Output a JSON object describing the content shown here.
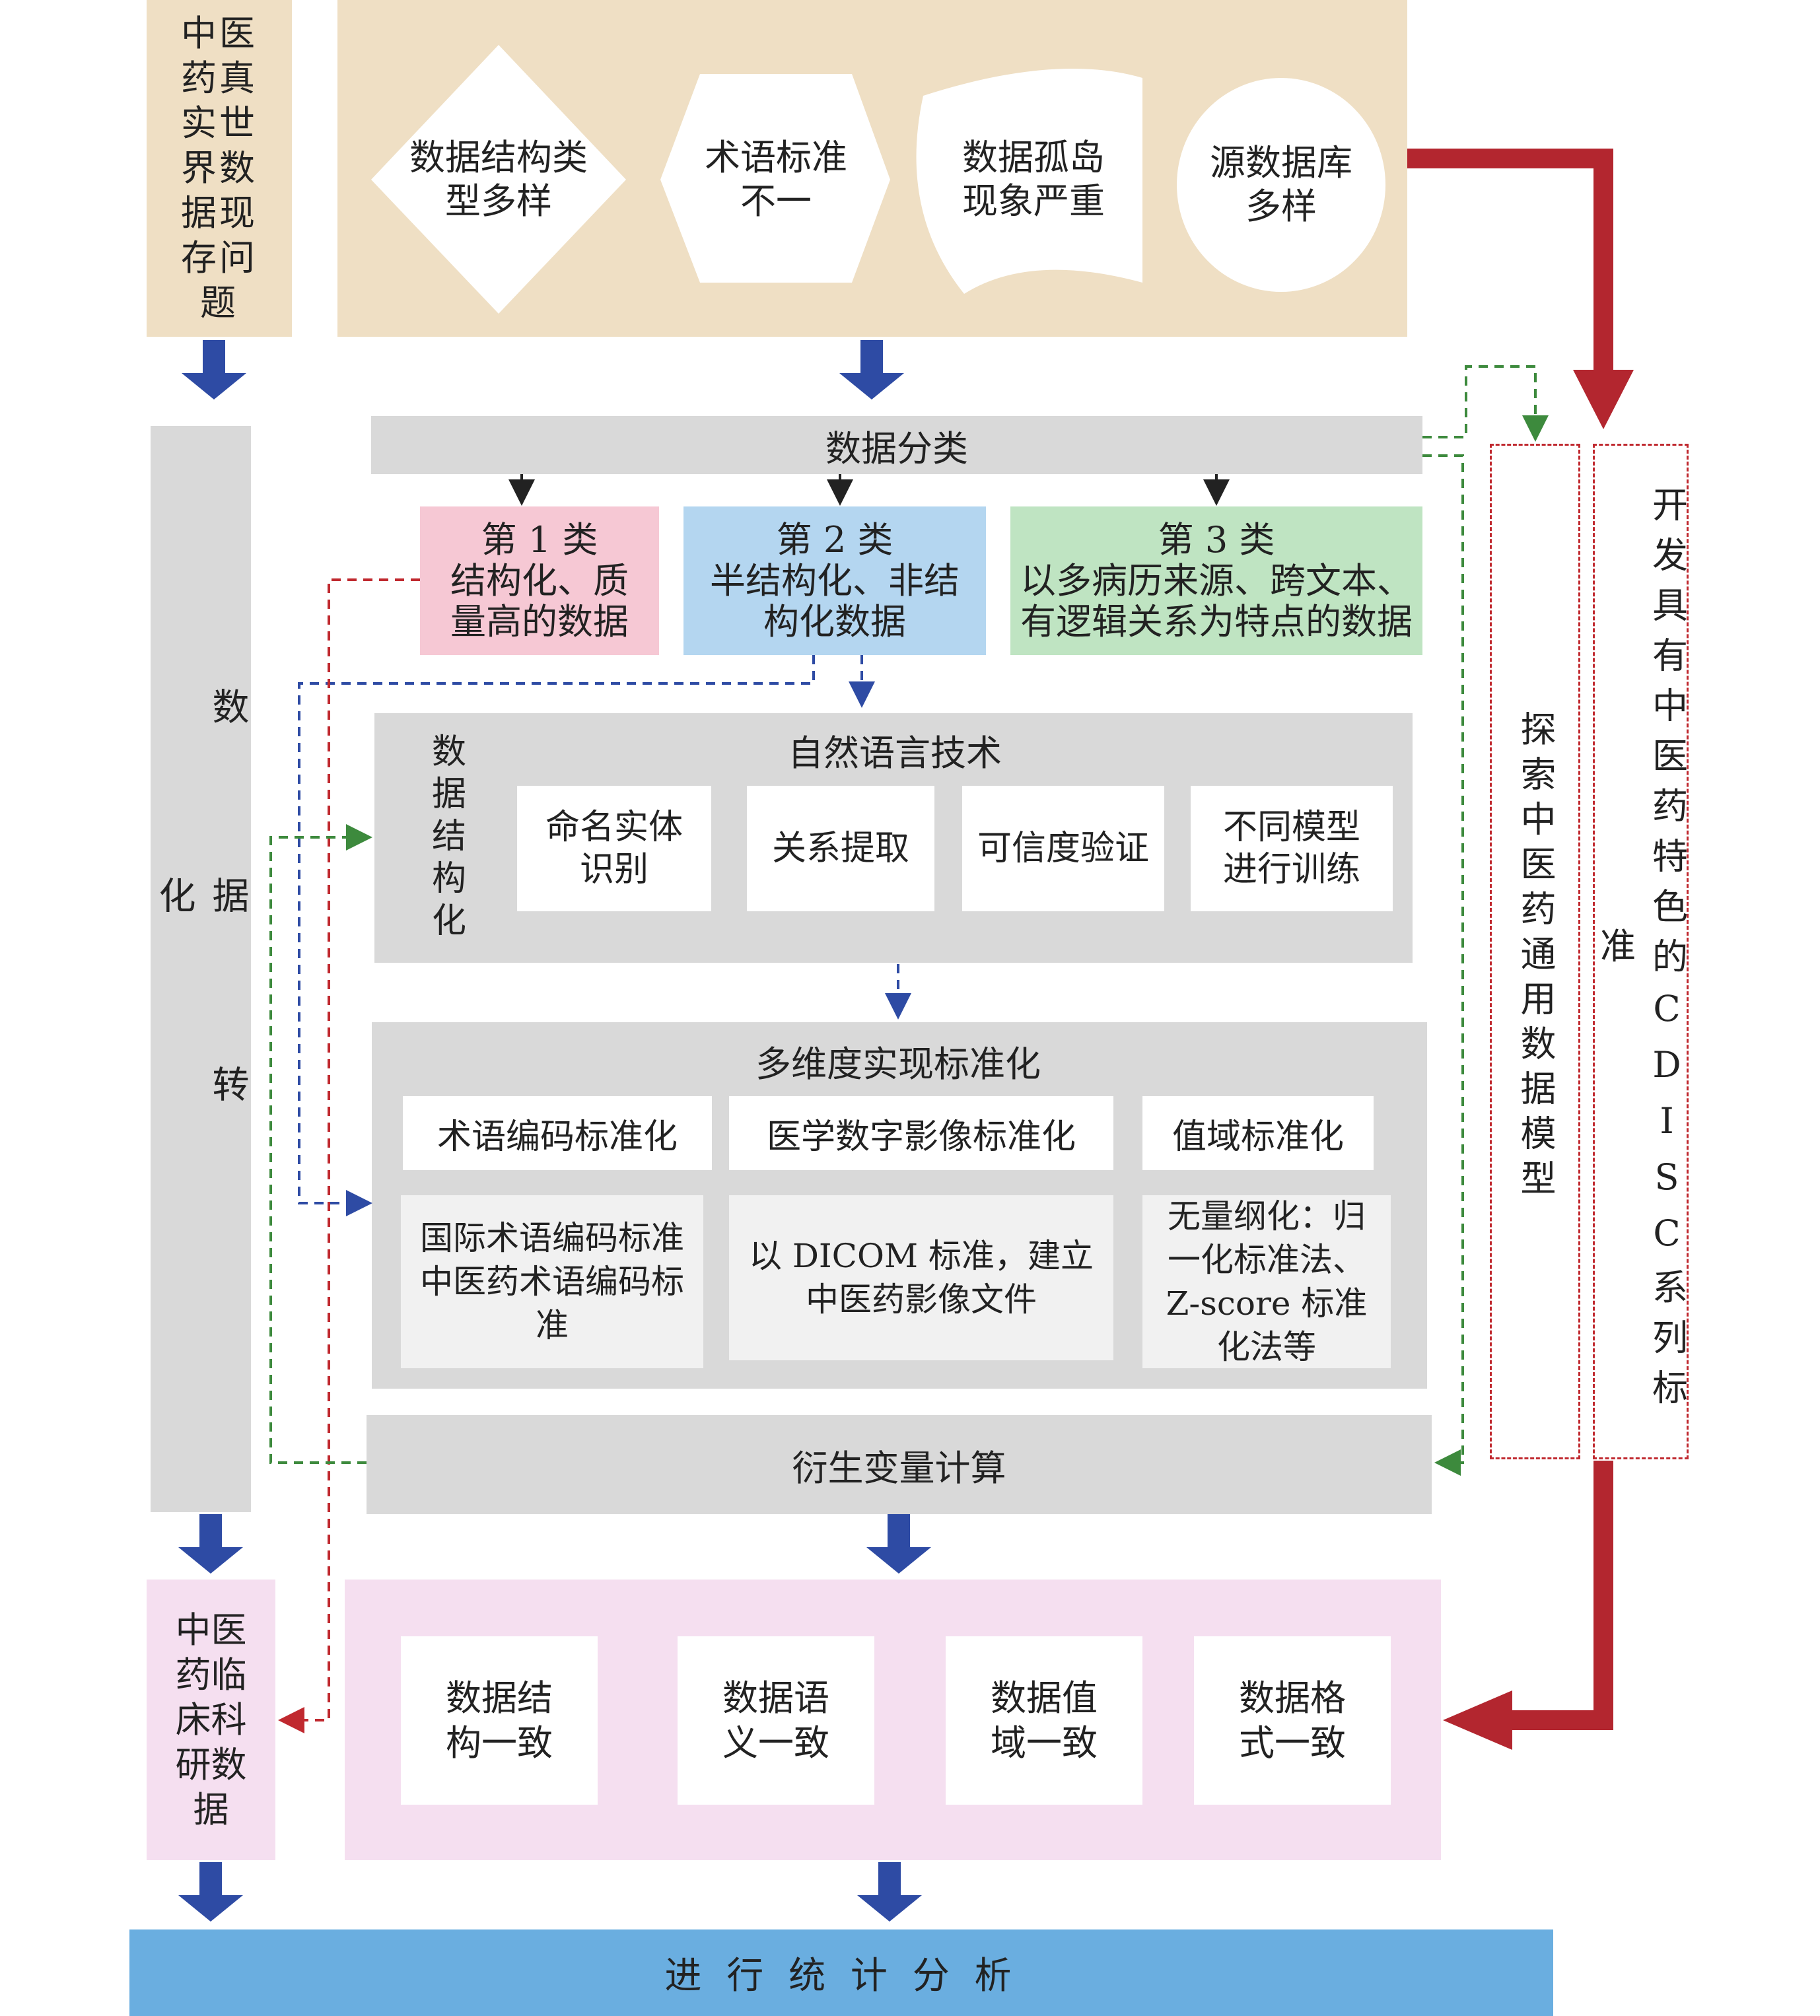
{
  "left_column": {
    "problem_label": "中医药真实世界数据现存问题",
    "transform_label": "数据转化",
    "clinical_label": "中医药临床科研数据"
  },
  "problems": [
    {
      "label": "数据结构类型多样",
      "shape": "diamond"
    },
    {
      "label": "术语标准不一",
      "shape": "hexagon"
    },
    {
      "label": "数据孤岛现象严重",
      "shape": "curved-box"
    },
    {
      "label": "源数据库多样",
      "shape": "circle"
    }
  ],
  "classification": {
    "title": "数据分类",
    "categories": [
      {
        "title": "第 1 类",
        "desc": "结构化、质量高的数据",
        "color": "#f6c8d4"
      },
      {
        "title": "第 2 类",
        "desc": "半结构化、非结构化数据",
        "color": "#b4d6f0"
      },
      {
        "title": "第 3 类",
        "desc": "以多病历来源、跨文本、有逻辑关系为特点的数据",
        "color": "#bfe4c2"
      }
    ]
  },
  "structuring": {
    "side_label": "数据结构化",
    "title": "自然语言技术",
    "items": [
      "命名实体识别",
      "关系提取",
      "可信度验证",
      "不同模型进行训练"
    ]
  },
  "standardization": {
    "title": "多维度实现标准化",
    "headers": [
      "术语编码标准化",
      "医学数字影像标准化",
      "值域标准化"
    ],
    "details": [
      "国际术语编码标准 中医药术语编码标准",
      "以 DICOM 标准，建立中医药影像文件",
      "无量纲化：归一化标准法、Z-score 标准化法等"
    ]
  },
  "derived": {
    "title": "衍生变量计算"
  },
  "consistency": {
    "items": [
      "数据结构一致",
      "数据语义一致",
      "数据值域一致",
      "数据格式一致"
    ]
  },
  "right_column": {
    "explore_label": "探索中医药通用数据模型",
    "develop_label": "开发具有中医药特色的CDISC系列标准"
  },
  "bottom": {
    "label": "进 行 统 计 分 析"
  },
  "colors": {
    "beige": "#efdfc4",
    "grey": "#d9d9d9",
    "pink_region": "#f5dff0",
    "bottom_bar": "#6aaee0",
    "arrow_blue": "#2e4ba4",
    "arrow_red": "#b3262f",
    "dash_red": "#c0292f",
    "dash_blue": "#2e4ba4",
    "dash_green": "#3d8a3d"
  }
}
